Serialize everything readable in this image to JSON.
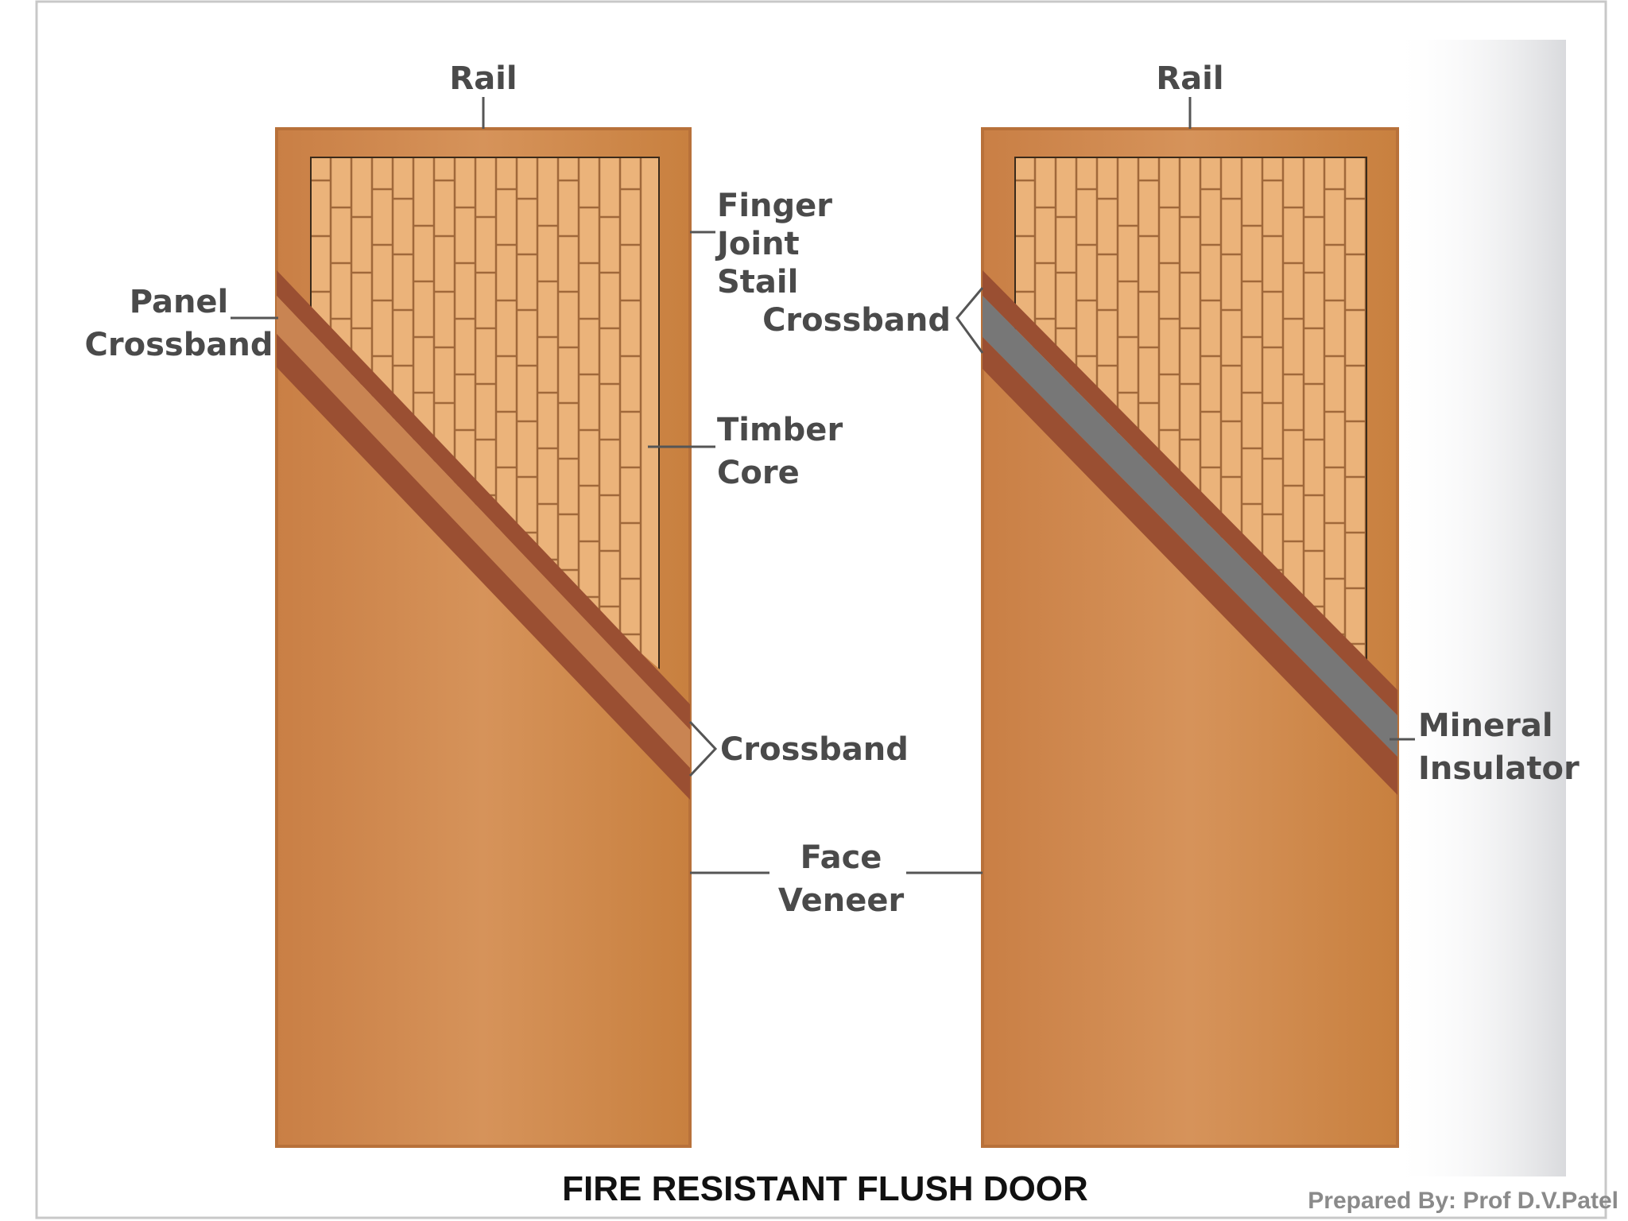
{
  "colors": {
    "door_face": "#D08A4E",
    "door_edge": "#B8713A",
    "core_fill": "#EBB37A",
    "core_lines": "#A0683A",
    "crossband_dark": "#9A4F32",
    "crossband_light": "#C98452",
    "mineral_insulator": "#777777",
    "label_text": "#4a4a4a"
  },
  "left_door": {
    "rail_label": "Rail",
    "finger_joint_label": [
      "Finger",
      "Joint",
      "Stail"
    ],
    "panel_crossband_label": [
      "Panel",
      "Crossband"
    ],
    "timber_core_label": [
      "Timber",
      "Core"
    ],
    "crossband_label": "Crossband"
  },
  "right_door": {
    "rail_label": "Rail",
    "crossband_label": "Crossband",
    "mineral_insulator_label": [
      "Mineral",
      "Insulator"
    ]
  },
  "face_veneer_label": [
    "Face",
    "Veneer"
  ],
  "title": "FIRE RESISTANT FLUSH DOOR",
  "credit": "Prepared By: Prof D.V.Patel"
}
